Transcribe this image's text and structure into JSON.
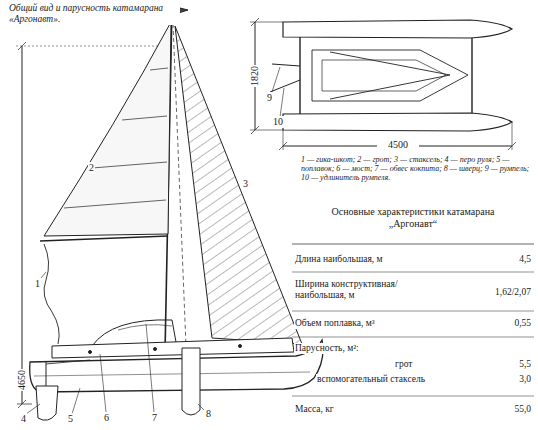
{
  "diagram": {
    "title": "Общий вид и парусность катамарана «Аргонавт».",
    "labels": [
      "4650",
      "1820",
      "4500",
      "1",
      "2",
      "3",
      "4",
      "5",
      "6",
      "7",
      "8",
      "9",
      "10",
      "1 — гика-шкот; 2 — грот; 3 — стаксель; 4 — перо руля; 5 — поплавок; 6 — мост; 7 — обвес кокпита; 8 — шверц; 9 — румпель; 10 — удлинитель румпеля.",
      "Основные характеристики катамарана „Аргонавт“",
      "Длина наибольшая, м",
      "4,5",
      "Ширина конструктивная/наибольшая, м",
      "1,62/2,07",
      "Объем поплавка, м³",
      "0,55",
      "Парусность, м²:",
      "грот",
      "5,5",
      "вспомогательный стаксель",
      "3,0",
      "Масса, кг",
      "55,0"
    ]
  }
}
